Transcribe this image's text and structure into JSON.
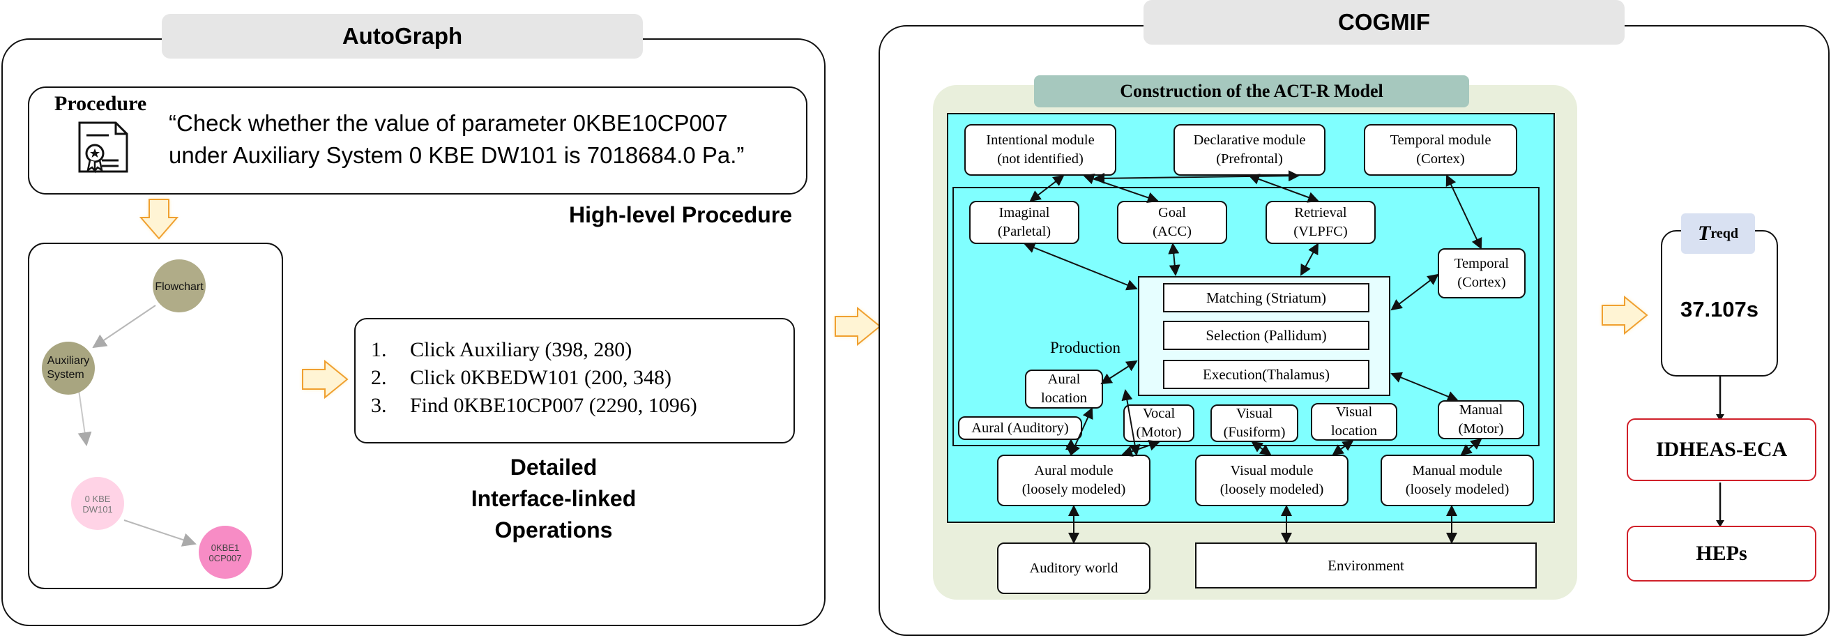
{
  "autograph": {
    "title": "AutoGraph",
    "procedure_label": "Procedure",
    "procedure_text_line1": "“Check whether the value of parameter 0KBE10CP007",
    "procedure_text_line2": "under Auxiliary System 0 KBE DW101 is 7018684.0 Pa.”",
    "high_level_caption": "High-level Procedure",
    "graph_nodes": [
      {
        "label_line1": "Flowchart",
        "label_line2": "",
        "color": "#b0ac88"
      },
      {
        "label_line1": "Auxiliary",
        "label_line2": "System",
        "color": "#a8a580"
      },
      {
        "label_line1": "0 KBE",
        "label_line2": "DW101",
        "color": "#ffd3e6"
      },
      {
        "label_line1": "0KBE1",
        "label_line2": "0CP007",
        "color": "#f78cc5"
      }
    ],
    "operations": [
      {
        "num": "1.",
        "text": "Click Auxiliary (398, 280)"
      },
      {
        "num": "2.",
        "text": "Click 0KBEDW101 (200, 348)"
      },
      {
        "num": "3.",
        "text": "Find 0KBE10CP007 (2290, 1096)"
      }
    ],
    "detailed_caption_line1": "Detailed",
    "detailed_caption_line2": "Interface-linked",
    "detailed_caption_line3": "Operations"
  },
  "cogmif": {
    "title": "COGMIF",
    "actr_title": "Construction of the ACT-R Model",
    "top_modules": [
      {
        "line1": "Intentional module",
        "line2": "(not identified)"
      },
      {
        "line1": "Declarative module",
        "line2": "(Prefrontal)"
      },
      {
        "line1": "Temporal module",
        "line2": "(Cortex)"
      }
    ],
    "buffers": {
      "imaginal": {
        "line1": "Imaginal",
        "line2": "(Parletal)"
      },
      "goal": {
        "line1": "Goal",
        "line2": "(ACC)"
      },
      "retrieval": {
        "line1": "Retrieval",
        "line2": "(VLPFC)"
      },
      "temporal": {
        "line1": "Temporal",
        "line2": "(Cortex)"
      },
      "aural_location": {
        "line1": "Aural",
        "line2": "location"
      },
      "aural": {
        "line1": "Aural (Auditory)"
      },
      "vocal": {
        "line1": "Vocal",
        "line2": "(Motor)"
      },
      "visual": {
        "line1": "Visual",
        "line2": "(Fusiform)"
      },
      "visual_location": {
        "line1": "Visual",
        "line2": "location"
      },
      "manual": {
        "line1": "Manual",
        "line2": "(Motor)"
      }
    },
    "production_label": "Production",
    "production_items": [
      "Matching (Striatum)",
      "Selection (Pallidum)",
      "Execution(Thalamus)"
    ],
    "bottom_modules": [
      {
        "line1": "Aural module",
        "line2": "(loosely modeled)"
      },
      {
        "line1": "Visual module",
        "line2": "(loosely modeled)"
      },
      {
        "line1": "Manual module",
        "line2": "(loosely modeled)"
      }
    ],
    "auditory_world": "Auditory world",
    "environment": "Environment"
  },
  "output": {
    "treqd_symbol": "T",
    "treqd_subscript": "reqd",
    "treqd_value": "37.107s",
    "idheas": "IDHEAS-ECA",
    "heps": "HEPs"
  },
  "colors": {
    "cyan": "#80ffff",
    "light_cyan": "#e6feff",
    "light_green": "#e9efdc",
    "actr_tab": "#a6c8be",
    "treqd_tab": "#d9e1f2",
    "red_border": "#d0202a",
    "yellow_arrow": "#fde9a6"
  }
}
